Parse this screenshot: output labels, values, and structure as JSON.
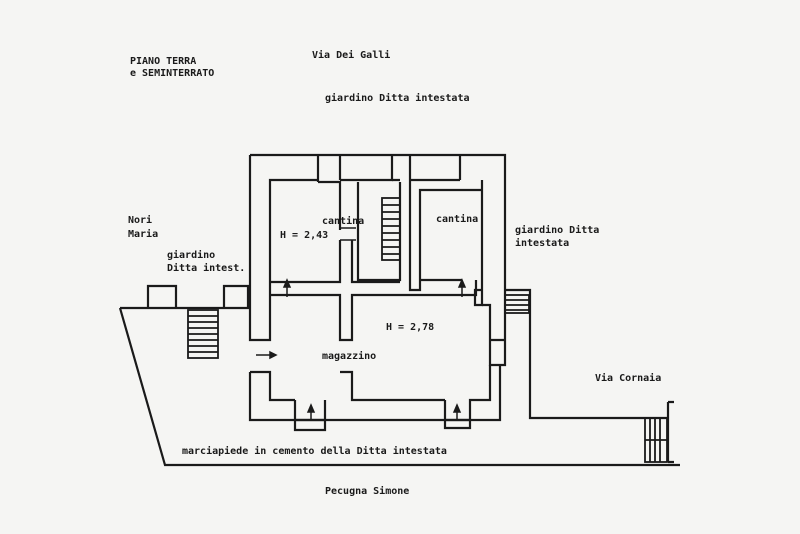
{
  "title": {
    "line1": "PIANO TERRA",
    "line2": "e SEMINTERRATO"
  },
  "streets": {
    "top": "Via Dei Galli",
    "right": "Via Cornaia"
  },
  "labels": {
    "garden_top": "giardino Ditta intestata",
    "neighbor_left_1": "Nori",
    "neighbor_left_2": "Maria",
    "garden_left_1": "giardino",
    "garden_left_2": "Ditta intest.",
    "garden_right_1": "giardino Ditta",
    "garden_right_2": "intestata",
    "cantina_1": "cantina",
    "cantina_2": "cantina",
    "height_1": "H = 2,43",
    "height_2": "H = 2,78",
    "magazzino": "magazzino",
    "sidewalk": "marciapiede in cemento della Ditta intestata",
    "neighbor_bottom": "Pecugna Simone"
  }
}
